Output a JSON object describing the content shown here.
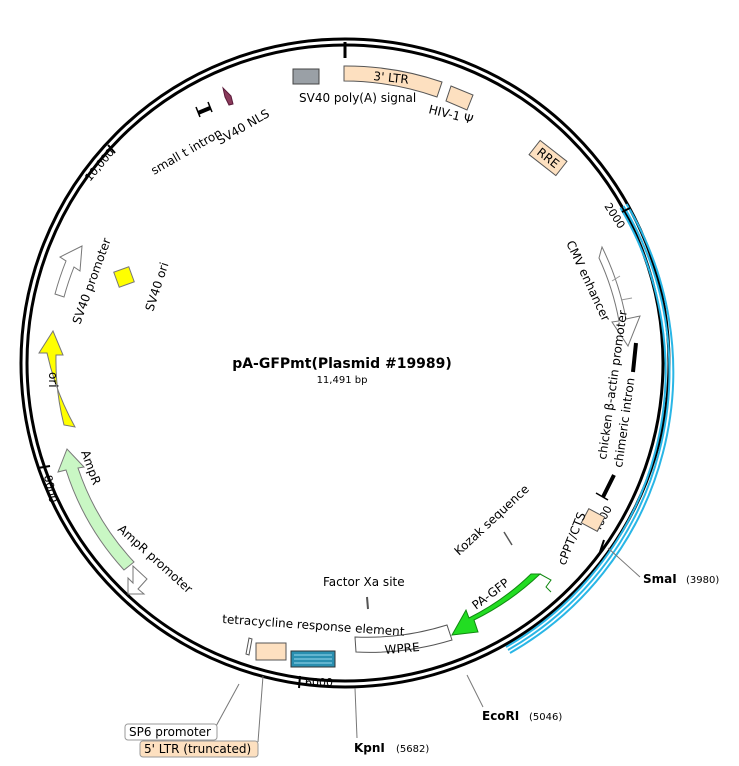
{
  "plasmid": {
    "name": "pA-GFPmt(Plasmid #19989)",
    "size": "11,491 bp"
  },
  "ticks": [
    "2000",
    "4000",
    "6000",
    "8000",
    "10,000"
  ],
  "features": {
    "ltr3": "3' LTR",
    "sv40_polya": "SV40 poly(A) signal",
    "hiv_psi": "HIV-1 Ψ",
    "rre": "RRE",
    "cmv": "CMV enhancer",
    "chicken_promoter": "chicken β-actin promoter",
    "chimeric_intron": "chimeric intron",
    "cppt": "cPPT/CTS",
    "kozak": "Kozak sequence",
    "pagfp": "PA-GFP",
    "wpre": "WPRE",
    "factor_xa": "Factor Xa site",
    "tre": "tetracycline response element",
    "sp6": "SP6 promoter",
    "ltr5": "5' LTR (truncated)",
    "ampr_promoter": "AmpR promoter",
    "ampr": "AmpR",
    "ori": "ori",
    "sv40_promoter": "SV40 promoter",
    "sv40_ori": "SV40 ori",
    "small_t": "small t intron",
    "sv40_nls": "SV40 NLS"
  },
  "enzymes": [
    {
      "name": "SmaI",
      "pos": "(3980)"
    },
    {
      "name": "EcoRI",
      "pos": "(5046)"
    },
    {
      "name": "KpnI",
      "pos": "(5682)"
    }
  ],
  "colors": {
    "ltr": "#fde0c0",
    "insert": "#29b6e6",
    "gfp": "#22dd22",
    "ampr": "#c9f7c4",
    "ori": "#ffff00",
    "sv40polya": "#9aa0a6",
    "nls": "#8a3a5a"
  }
}
